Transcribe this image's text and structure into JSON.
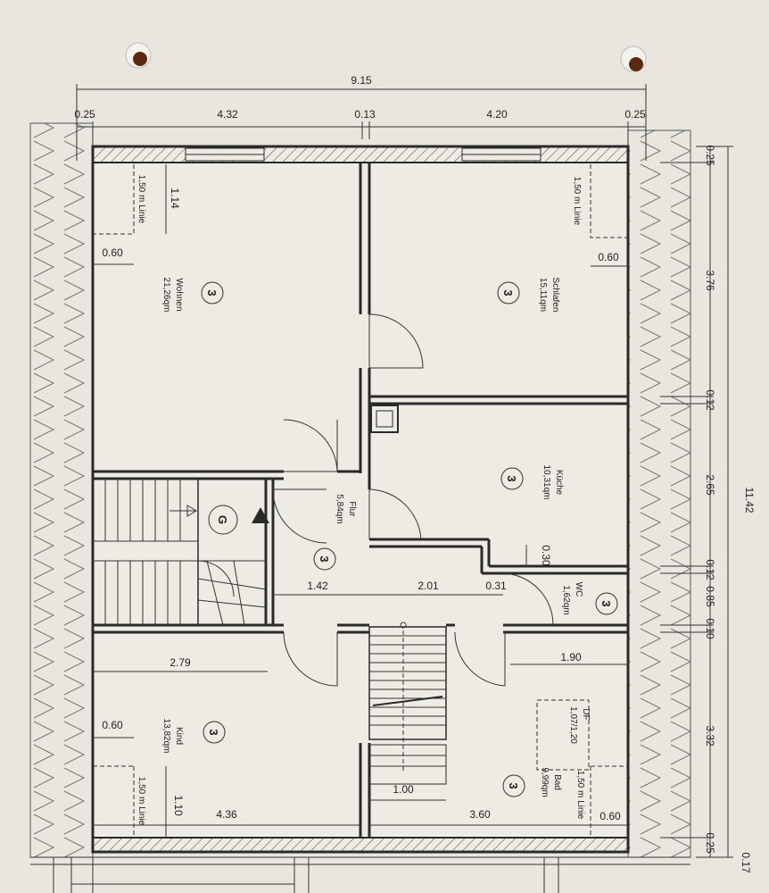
{
  "dimensions": {
    "top_total": "9.15",
    "top_left_margin": "0.25",
    "top_left_room": "4.32",
    "top_mid_wall": "0.13",
    "top_right_room": "4.20",
    "top_right_margin": "0.25",
    "right_total": "11.42",
    "right_0": "0.25",
    "right_1": "3.76",
    "right_2": "0.12",
    "right_3": "2.65",
    "right_4": "0.12",
    "right_5": "0.85",
    "right_6": "0.10",
    "right_7": "3.32",
    "right_8": "0.25",
    "right_9": "0.17",
    "wohnen_h": "1.14",
    "wohnen_off": "0.60",
    "schlafen_off": "0.60",
    "kueche_off": "0.30",
    "flur_1": "1.42",
    "flur_2": "2.01",
    "flur_3": "0.31",
    "kind_w": "2.79",
    "bad_w": "1.90",
    "kind_off": "0.60",
    "kind_h": "1.10",
    "bottom_left": "4.36",
    "bottom_right": "3.60",
    "bad_off": "0.60",
    "stair": "1.00"
  },
  "rooms": {
    "wohnen": {
      "name": "Wohnen",
      "area": "21,26qm",
      "marker": "3",
      "line": "1,50 m Linie"
    },
    "schlafen": {
      "name": "Schlafen",
      "area": "15,11qm",
      "marker": "3",
      "line": "1,50 m Linie"
    },
    "kueche": {
      "name": "Küche",
      "area": "10,31qm",
      "marker": "3"
    },
    "flur": {
      "name": "Flur",
      "area": "5,84qm",
      "marker": "3"
    },
    "wc": {
      "name": "WC",
      "area": "1,62qm",
      "marker": "3"
    },
    "kind": {
      "name": "Kind",
      "area": "13,82qm",
      "marker": "3",
      "line": "1,50 m Linie"
    },
    "bad": {
      "name": "Bad",
      "area": "9,99qm",
      "marker": "3",
      "line": "1,50 m Linie"
    },
    "stair_marker": "G"
  },
  "window_note": {
    "label": "DF",
    "size": "1,07/1,20"
  },
  "colors": {
    "paper": "#e9e6df",
    "ink": "#2a2a2a"
  }
}
